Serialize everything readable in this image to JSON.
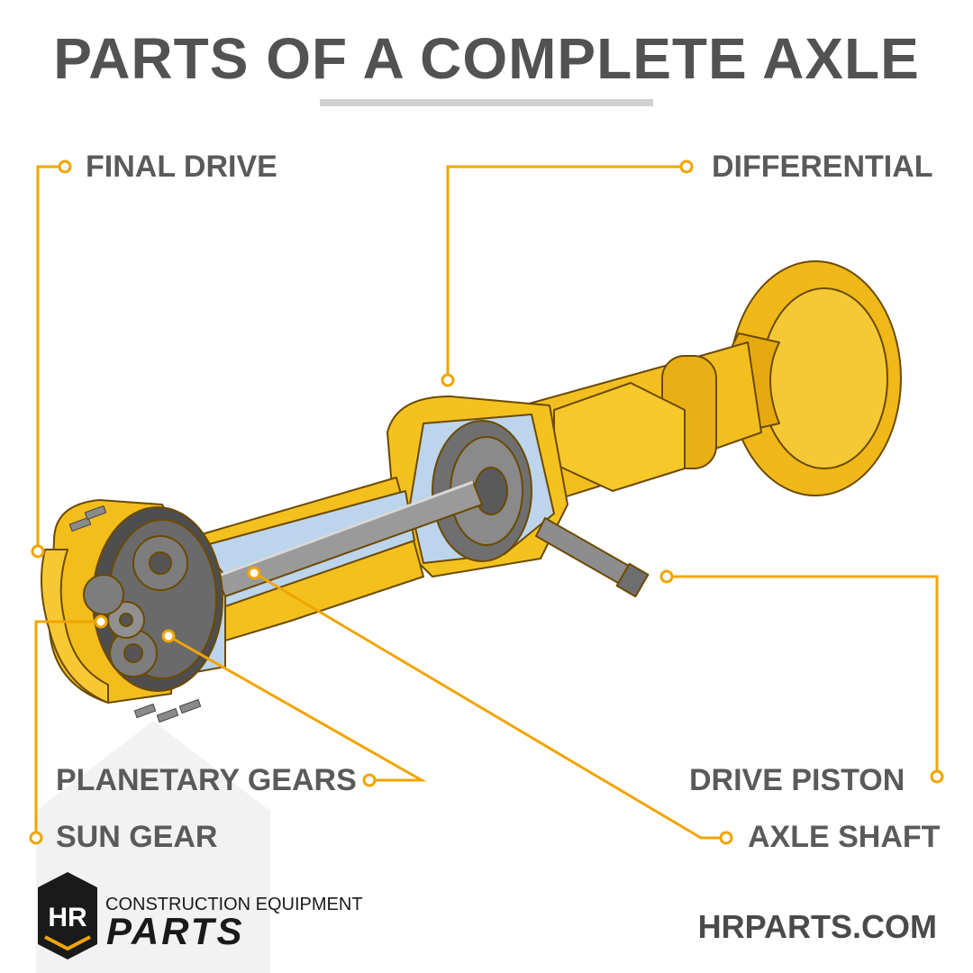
{
  "title": "PARTS OF A COMPLETE AXLE",
  "labels": {
    "final_drive": "FINAL DRIVE",
    "differential": "DIFFERENTIAL",
    "planetary_gears": "PLANETARY GEARS",
    "sun_gear": "SUN GEAR",
    "drive_piston": "DRIVE PISTON",
    "axle_shaft": "AXLE SHAFT"
  },
  "brand": {
    "monogram": "HR",
    "tagline": "CONSTRUCTION EQUIPMENT",
    "name": "PARTS",
    "website": "HRPARTS.COM"
  },
  "colors": {
    "callout": "#f0a500",
    "axle_yellow": "#f5c21b",
    "cutaway_blue": "#bcd4ec",
    "text": "#5a5a5a"
  }
}
